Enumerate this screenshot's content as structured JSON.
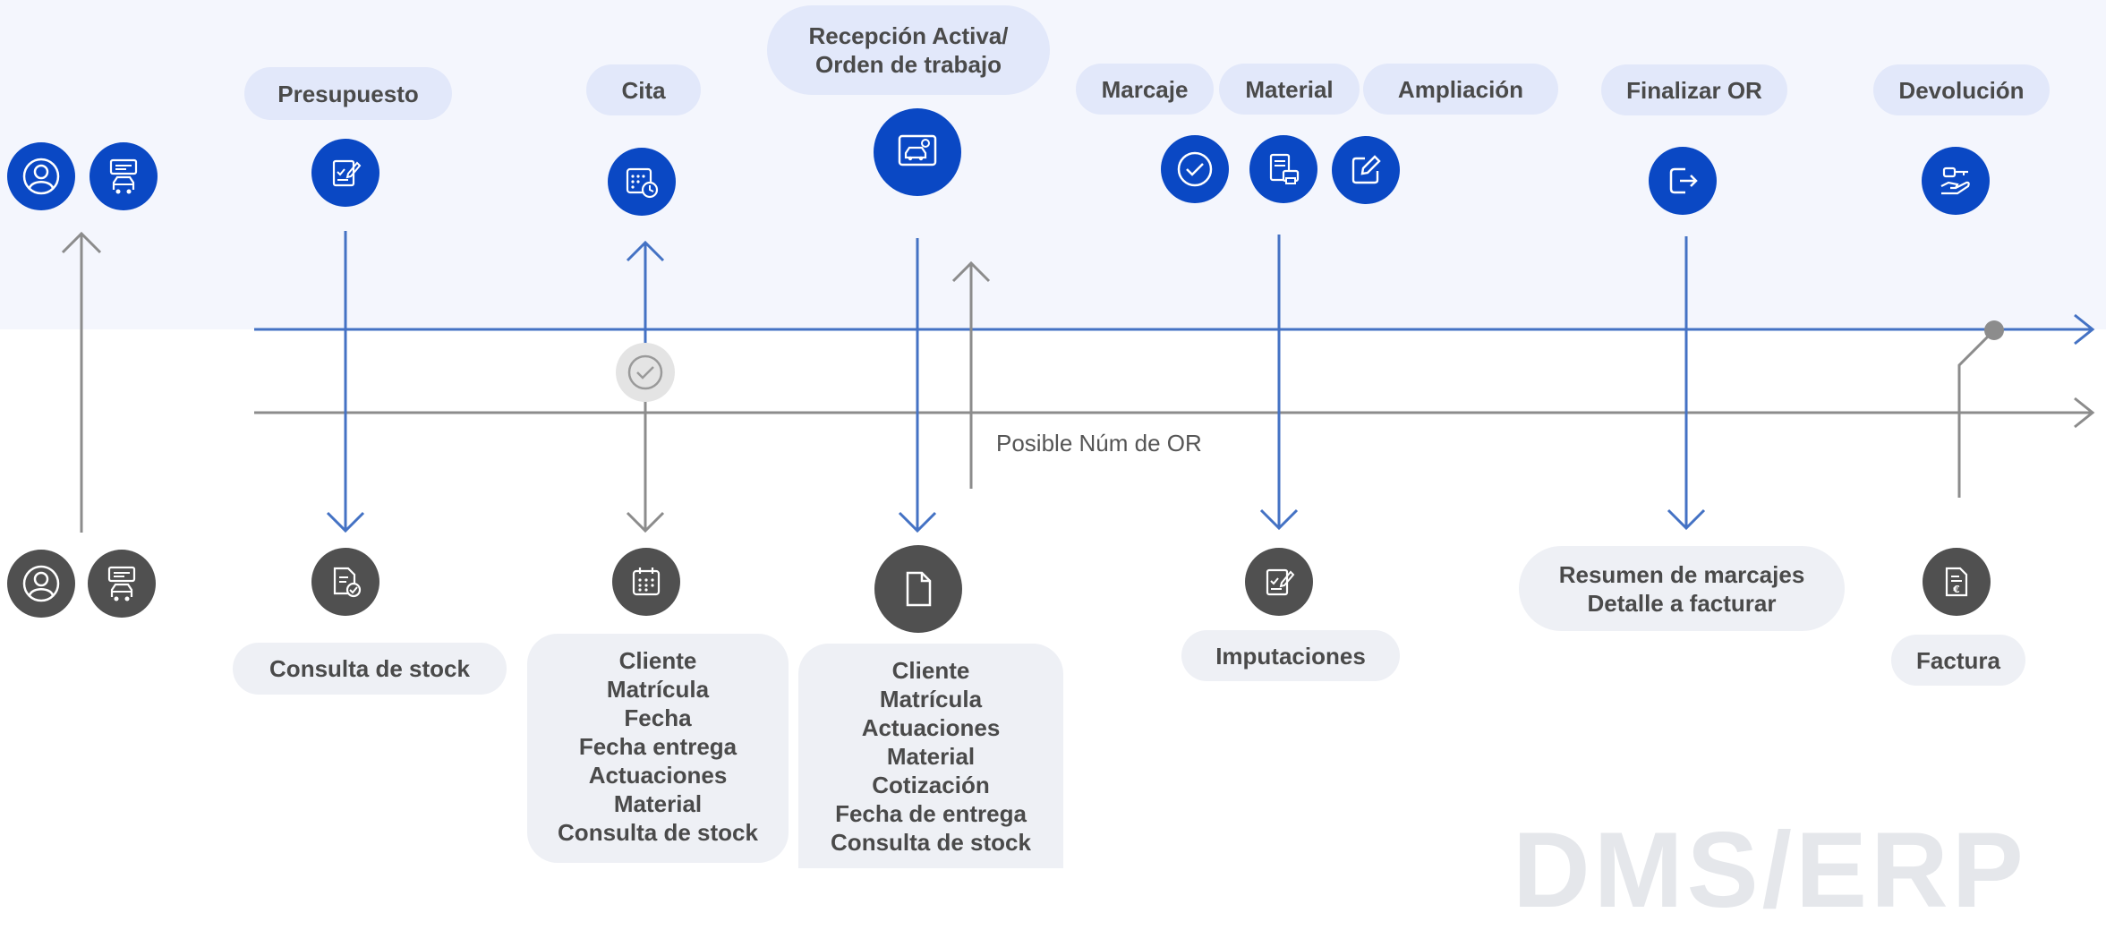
{
  "colors": {
    "accent_blue": "#0a48c4",
    "line_blue": "#4472c4",
    "line_gray": "#8c8c8c",
    "dark_icon": "#505050"
  },
  "top_labels": {
    "presupuesto": "Presupuesto",
    "cita": "Cita",
    "recepcion_line1": "Recepción Activa/",
    "recepcion_line2": "Orden de trabajo",
    "marcaje": "Marcaje",
    "material": "Material",
    "ampliacion": "Ampliación",
    "finalizar": "Finalizar OR",
    "devolucion": "Devolución"
  },
  "bottom_labels": {
    "consulta_stock": "Consulta de stock",
    "cita_details": [
      "Cliente",
      "Matrícula",
      "Fecha",
      "Fecha entrega",
      "Actuaciones",
      "Material",
      "Consulta de stock"
    ],
    "orden_details": [
      "Cliente",
      "Matrícula",
      "Actuaciones",
      "Material",
      "Cotización",
      "Fecha de entrega",
      "Consulta de stock"
    ],
    "imputaciones": "Imputaciones",
    "resumen_line1": "Resumen de marcajes",
    "resumen_line2": "Detalle a facturar",
    "factura": "Factura"
  },
  "note": "Posible Núm de OR",
  "watermark": "DMS/ERP",
  "icons": {
    "top": [
      "user-icon",
      "tablet-car-icon",
      "checklist-edit-icon",
      "calendar-clock-icon",
      "car-screen-icon",
      "check-circle-icon",
      "document-print-icon",
      "edit-icon",
      "exit-icon",
      "hand-key-icon"
    ],
    "bottom": [
      "user-icon",
      "tablet-car-icon",
      "document-check-icon",
      "calendar-icon",
      "document-icon",
      "checklist-edit-icon",
      "invoice-euro-icon"
    ],
    "status": "check-circle-icon"
  }
}
